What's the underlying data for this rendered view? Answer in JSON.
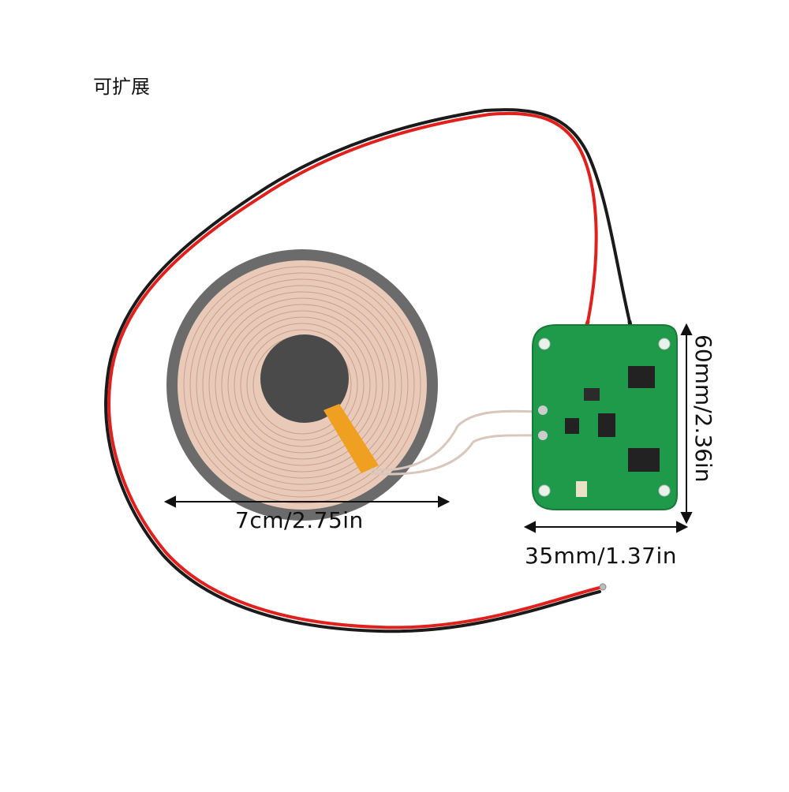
{
  "caption": "可扩展",
  "dimensions": {
    "coil_diameter": "7cm/2.75in",
    "pcb_width": "35mm/1.37in",
    "pcb_height": "60mm/2.36in"
  },
  "colors": {
    "background": "#ffffff",
    "coil_copper": "#e9c9b8",
    "coil_backing": "#6b6b6b",
    "ferrite_core": "#4a4a4a",
    "flex_tape": "#f0a020",
    "pcb_green": "#1f9a4a",
    "wire_red": "#e0201c",
    "wire_black": "#1a1a1a"
  }
}
